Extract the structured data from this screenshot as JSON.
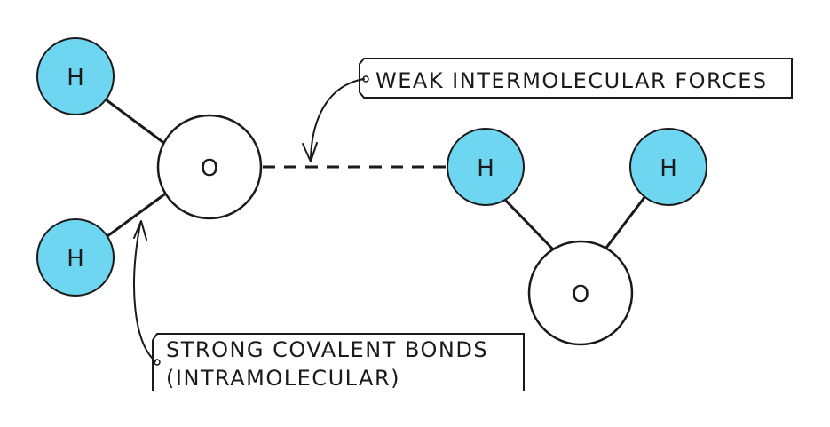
{
  "colors": {
    "hydrogen_fill": "#6fd6f2",
    "oxygen_fill": "#ffffff",
    "outline": "#1a1a1a"
  },
  "atoms": {
    "left_top_h": "H",
    "left_bottom_h": "H",
    "left_o": "O",
    "right_left_h": "H",
    "right_right_h": "H",
    "right_o": "O"
  },
  "labels": {
    "weak": "WEAK INTERMOLECULAR FORCES",
    "strong_line1": "STRONG COVALENT BONDS",
    "strong_line2": "(INTRAMOLECULAR)"
  }
}
